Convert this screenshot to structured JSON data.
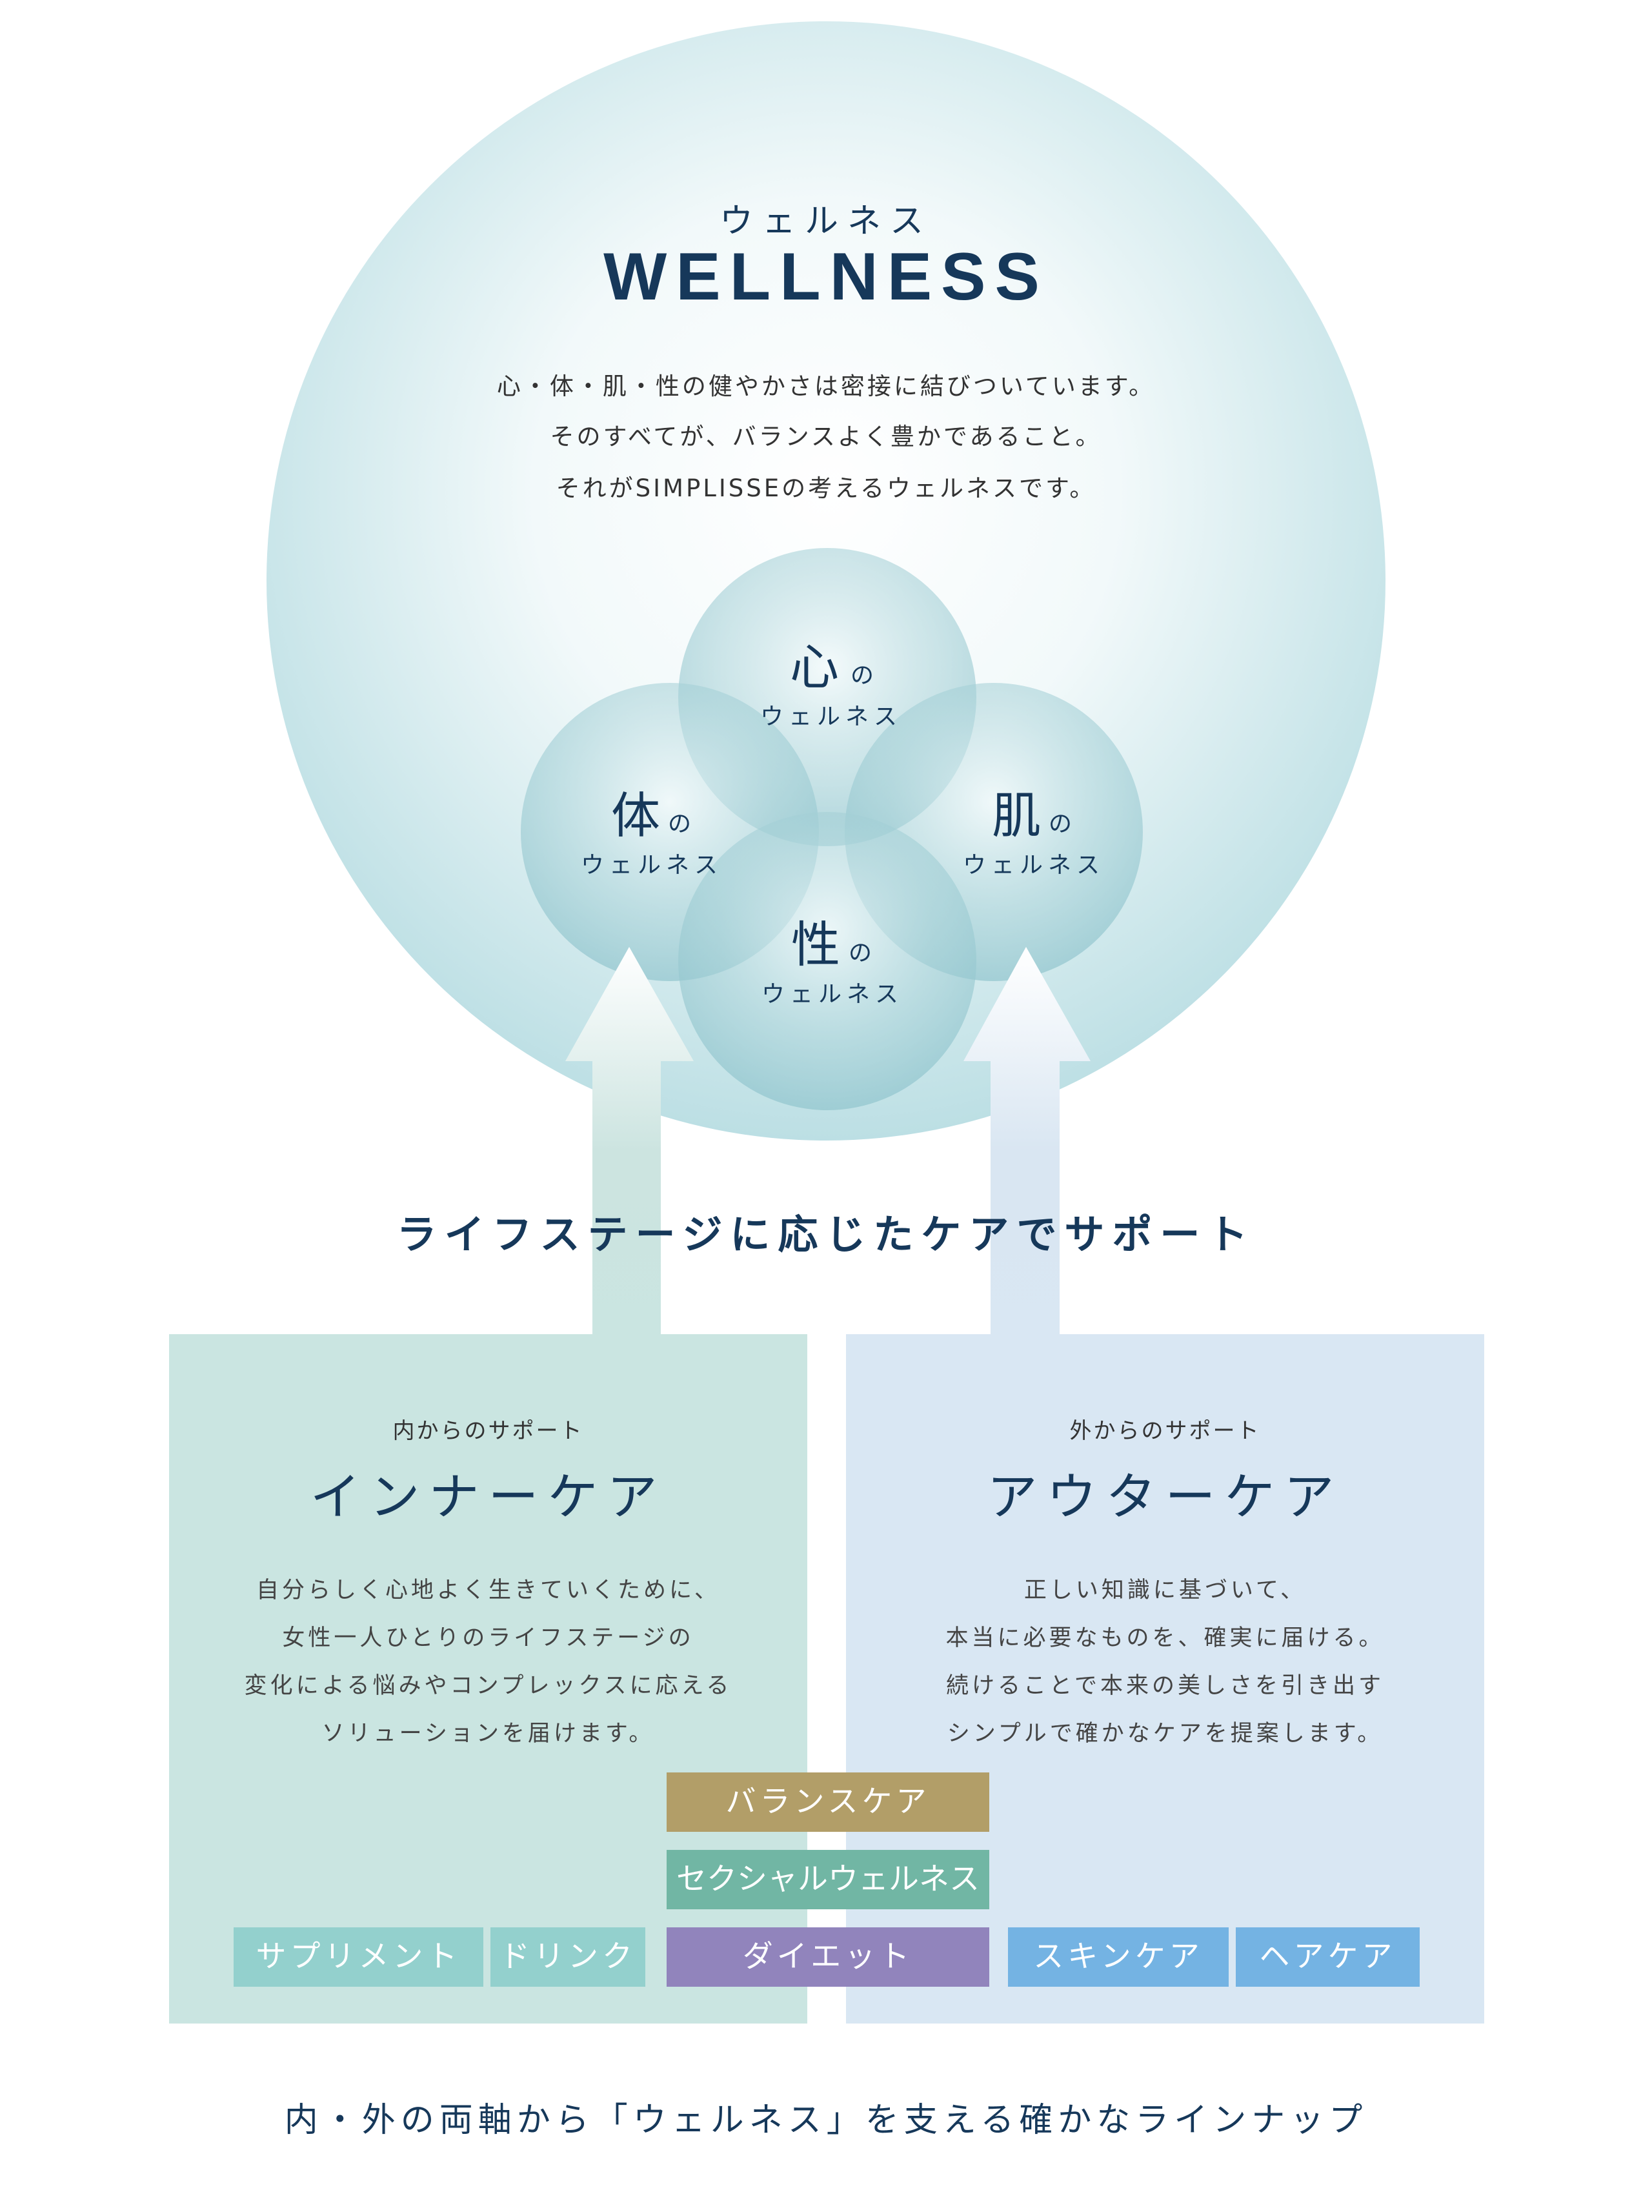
{
  "hero": {
    "subtitle": "ウェルネス",
    "title": "WELLNESS",
    "body": [
      "心・体・肌・性の健やかさは密接に結びついています。",
      "そのすべてが、バランスよく豊かであること。",
      "それがSIMPLISSEの考えるウェルネスです。"
    ]
  },
  "venn": {
    "no": "の",
    "wellness": "ウェルネス",
    "circles": [
      {
        "kanji": "心"
      },
      {
        "kanji": "体"
      },
      {
        "kanji": "肌"
      },
      {
        "kanji": "性"
      }
    ]
  },
  "lifestage_heading": "ライフステージに応じたケアでサポート",
  "inner": {
    "kicker": "内からのサポート",
    "title": "インナーケア",
    "lines": [
      "自分らしく心地よく生きていくために、",
      "女性一人ひとりのライフステージの",
      "変化による悩みやコンプレックスに応える",
      "ソリューションを届けます。"
    ]
  },
  "outer": {
    "kicker": "外からのサポート",
    "title": "アウターケア",
    "lines": [
      "正しい知識に基づいて、",
      "本当に必要なものを、確実に届ける。",
      "続けることで本来の美しさを引き出す",
      "シンプルで確かなケアを提案します。"
    ]
  },
  "tags": {
    "balance": "バランスケア",
    "sexual": "セクシャルウェルネス",
    "supplement": "サプリメント",
    "drink": "ドリンク",
    "diet": "ダイエット",
    "skincare": "スキンケア",
    "haircare": "ヘアケア"
  },
  "colors": {
    "navy": "#16385a",
    "inner_bg": "#cae5e1",
    "outer_bg": "#d9e7f3",
    "balance": "#b29e68",
    "sexual": "#71b6a4",
    "inner_tag": "#93d0cd",
    "diet": "#9184bc",
    "outer_tag": "#74b3e3"
  },
  "footer": "内・外の両軸から「ウェルネス」を支える確かなラインナップ"
}
